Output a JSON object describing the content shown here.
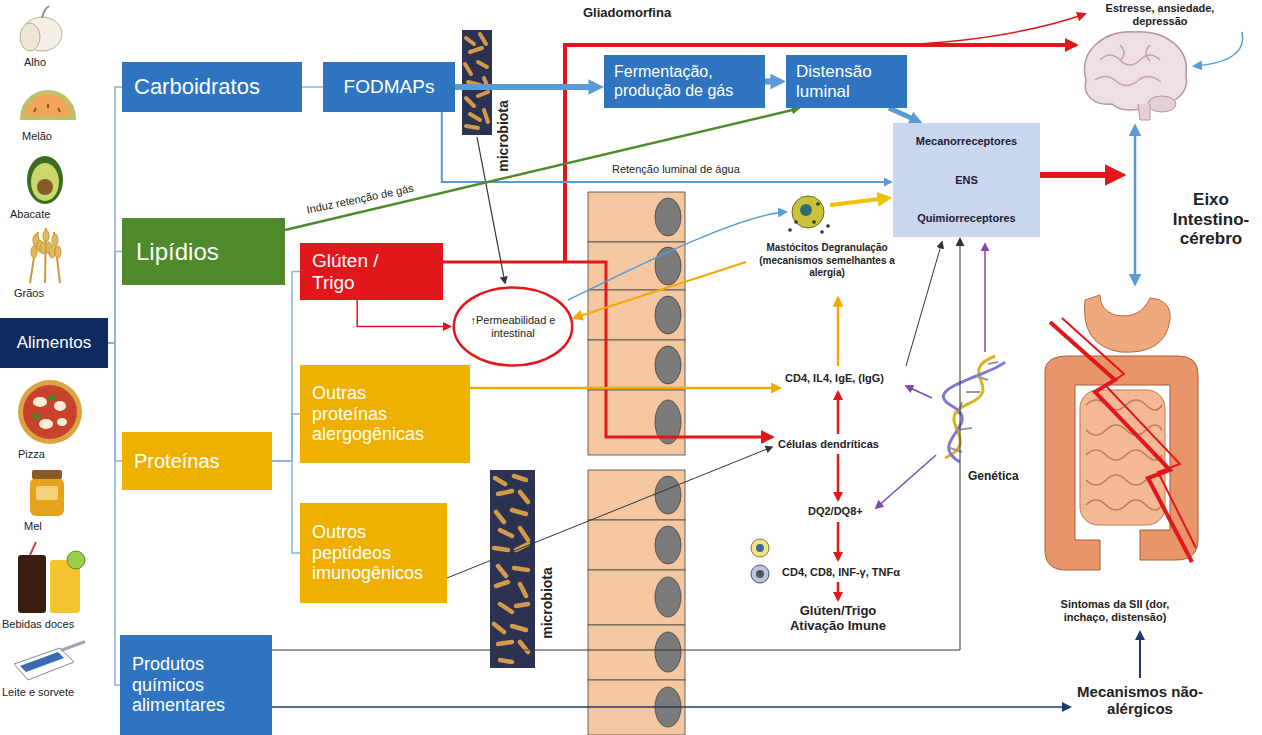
{
  "diagram": {
    "nodes": [
      {
        "text": [
          "Alimentos"
        ]
      },
      {
        "text": [
          "Carboidratos"
        ]
      },
      {
        "text": [
          "FODMAPs"
        ]
      },
      {
        "text": [
          "Fermentação, produção de gás"
        ]
      },
      {
        "text": [
          "Distensão luminal"
        ]
      },
      {
        "text": [
          "Mecanorreceptores",
          "ENS",
          "Quimiorreceptores"
        ]
      },
      {
        "text": [
          "Lipídios"
        ]
      },
      {
        "text": [
          "Glúten / Trigo"
        ]
      },
      {
        "text": [
          "↑Permeabilidad e intestinal"
        ]
      },
      {
        "text": [
          "Proteínas"
        ]
      },
      {
        "text": [
          "Outras proteínas alergogênicas"
        ]
      },
      {
        "text": [
          "Outros peptídeos imunogênicos"
        ]
      },
      {
        "text": [
          "Produtos químicos alimentares"
        ]
      }
    ],
    "edges": [
      {
        "from": 0,
        "to": 1,
        "arrow": "none"
      },
      {
        "from": 0,
        "to": 6,
        "arrow": "none"
      },
      {
        "from": 0,
        "to": 9,
        "arrow": "none"
      },
      {
        "from": 0,
        "to": 12,
        "arrow": "none"
      },
      {
        "from": 1,
        "to": 2,
        "arrow": "none"
      },
      {
        "from": 2,
        "to": 3,
        "arrow": "to"
      },
      {
        "from": 3,
        "to": 4,
        "arrow": "to"
      },
      {
        "from": 4,
        "to": 5,
        "arrow": "to"
      },
      {
        "from": 2,
        "to": 5,
        "arrow": "to"
      },
      {
        "from": 6,
        "to": 4,
        "arrow": "to",
        "label": "Induz retenção de gás"
      },
      {
        "from": 9,
        "to": 7,
        "arrow": "none"
      },
      {
        "from": 9,
        "to": 10,
        "arrow": "none"
      },
      {
        "from": 9,
        "to": 11,
        "arrow": "none"
      },
      {
        "from": 7,
        "to": 8,
        "arrow": "to"
      },
      {
        "from": 12,
        "to": 5,
        "arrow": "to"
      }
    ],
    "labels": [
      "Alho",
      "Melão",
      "Abacate",
      "Grãos",
      "Pizza",
      "Mel",
      "Bebidas doces",
      "Leite e sorvete",
      "Gliadomorfina",
      "Estresse, ansiedade, depressão",
      "microbiota",
      "Retenção luminal de água",
      "Mastócitos Degranulação (mecanismos semelhantes a alergia)",
      "CD4, IL4, IgE, (IgG)",
      "Células dendríticas",
      "DQ2/DQ8+",
      "CD4, CD8, INF-γ, TNFα",
      "Glúten/Trigo Ativação Imune",
      "Genética",
      "microbiota",
      "Eixo Intestino-cérebro",
      "Sintomas da SII (dor, inchaço, distensão)",
      "Mecanismos não-alérgicos"
    ]
  }
}
